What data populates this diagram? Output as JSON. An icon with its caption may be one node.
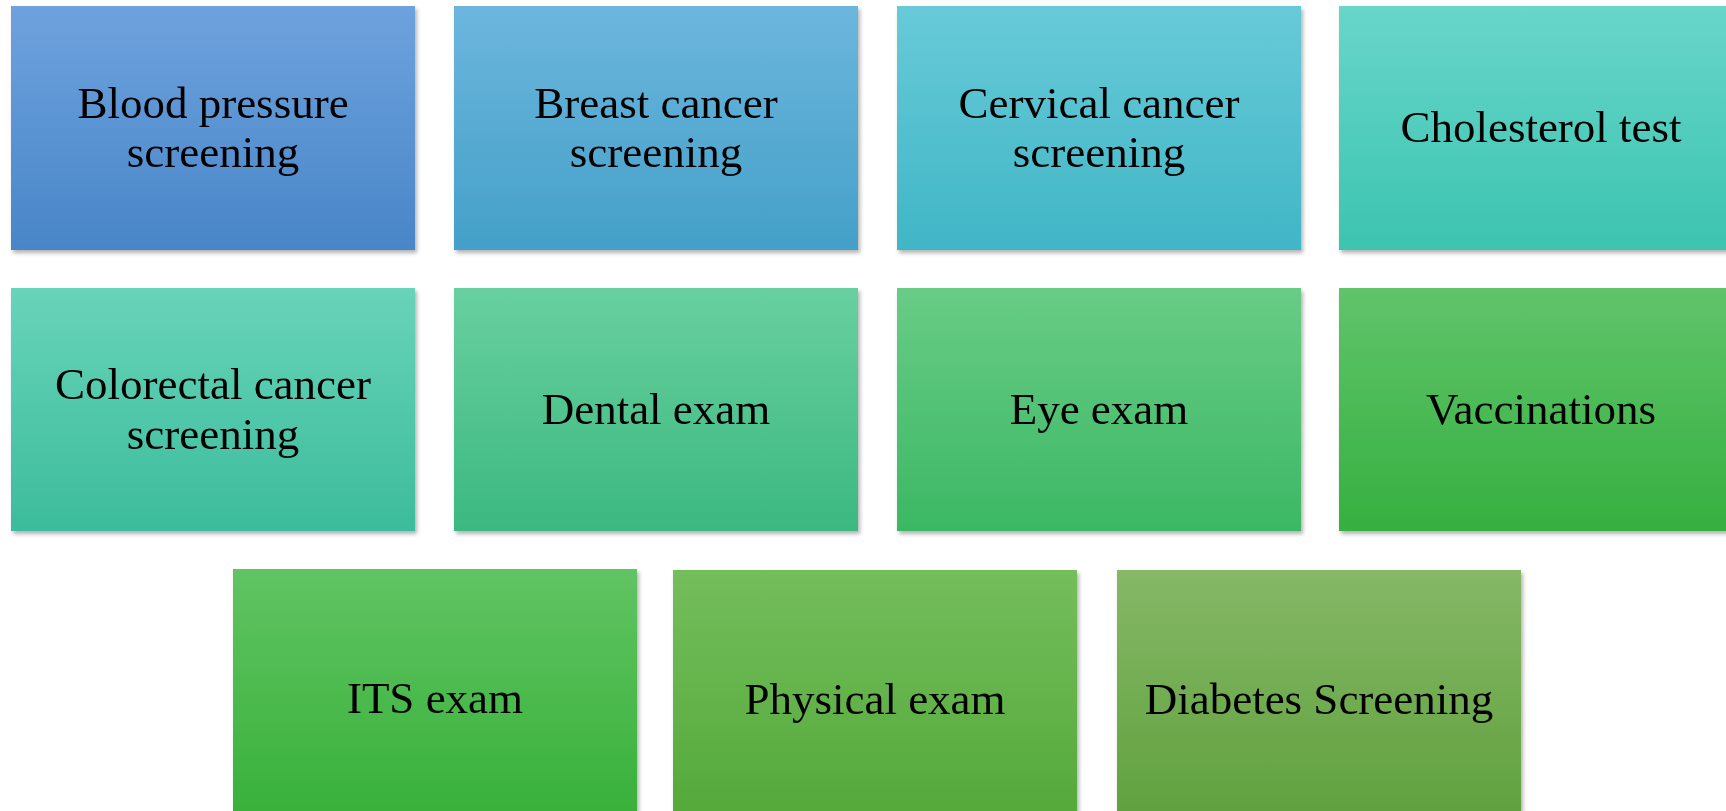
{
  "diagram": {
    "nodes": [
      {
        "text": [
          "Blood pressure screening"
        ]
      },
      {
        "text": [
          "Breast cancer screening"
        ]
      },
      {
        "text": [
          "Cervical cancer screening"
        ]
      },
      {
        "text": [
          "Cholesterol test"
        ]
      },
      {
        "text": [
          "Colorectal cancer screening"
        ]
      },
      {
        "text": [
          "Dental exam"
        ]
      },
      {
        "text": [
          "Eye exam"
        ]
      },
      {
        "text": [
          "Vaccinations"
        ]
      },
      {
        "text": [
          "ITS exam"
        ]
      },
      {
        "text": [
          "Physical exam"
        ]
      },
      {
        "text": [
          "Diabetes Screening"
        ]
      }
    ]
  }
}
